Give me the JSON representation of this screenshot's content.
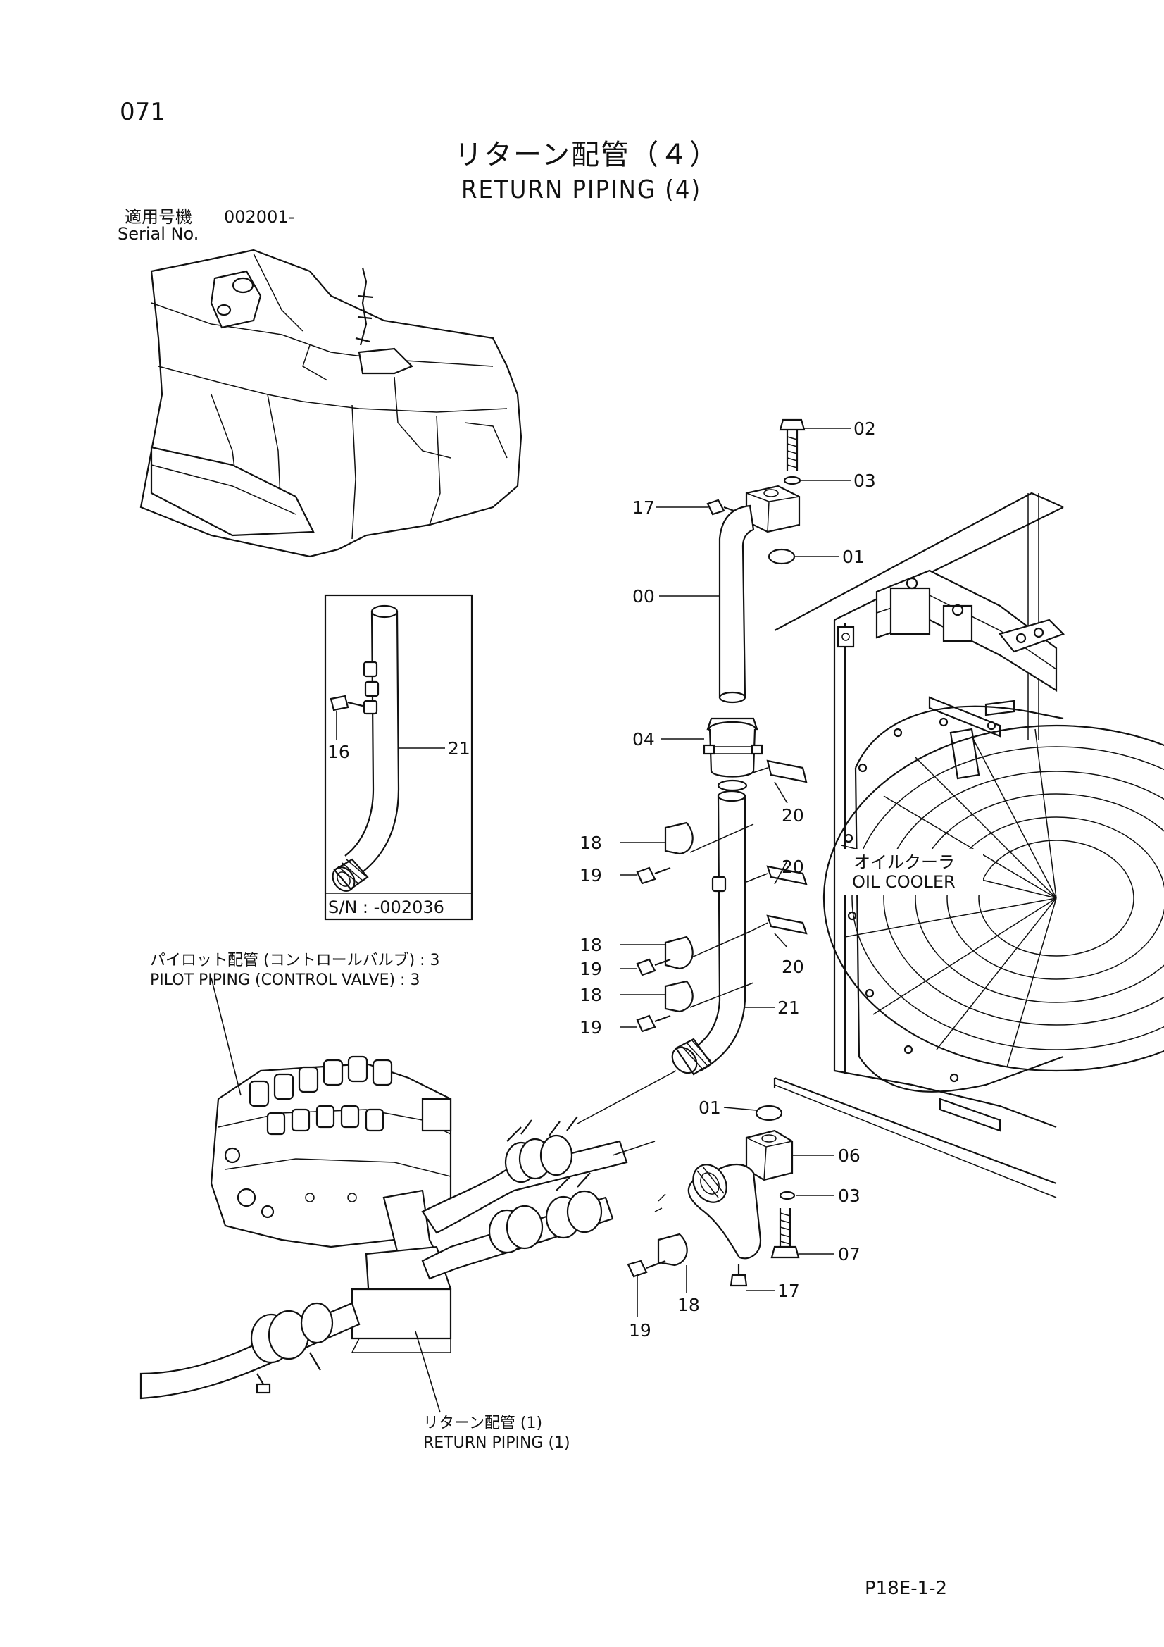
{
  "header": {
    "page_number": "071",
    "title_jp": "リターン配管（４）",
    "title_en": "RETURN PIPING (4)",
    "serial_label_jp": "適用号機",
    "serial_value": "002001-",
    "serial_label_en": "Serial No."
  },
  "inset": {
    "serial_range": "S/N : -002036",
    "callouts": [
      "16",
      "21"
    ]
  },
  "part_callouts": {
    "c02": "02",
    "c03_top": "03",
    "c17_top": "17",
    "c01_top": "01",
    "c00": "00",
    "c04": "04",
    "c20_a": "20",
    "c20_b": "20",
    "c20_c": "20",
    "c18_a": "18",
    "c19_a": "19",
    "c18_b": "18",
    "c19_b": "19",
    "c18_c": "18",
    "c19_c": "19",
    "c21": "21",
    "c01_bottom": "01",
    "c06": "06",
    "c03_bottom": "03",
    "c07": "07",
    "c17_bottom": "17",
    "c18_bottom": "18",
    "c19_bottom": "19"
  },
  "references": {
    "oil_cooler_jp": "オイルクーラ",
    "oil_cooler_en": "OIL COOLER",
    "pilot_piping_jp": "パイロット配管 (コントロールバルブ) : 3",
    "pilot_piping_en": "PILOT PIPING (CONTROL VALVE) : 3",
    "return_piping1_jp": "リターン配管 (1)",
    "return_piping1_en": "RETURN PIPING (1)"
  },
  "footer": {
    "code": "P18E-1-2"
  }
}
